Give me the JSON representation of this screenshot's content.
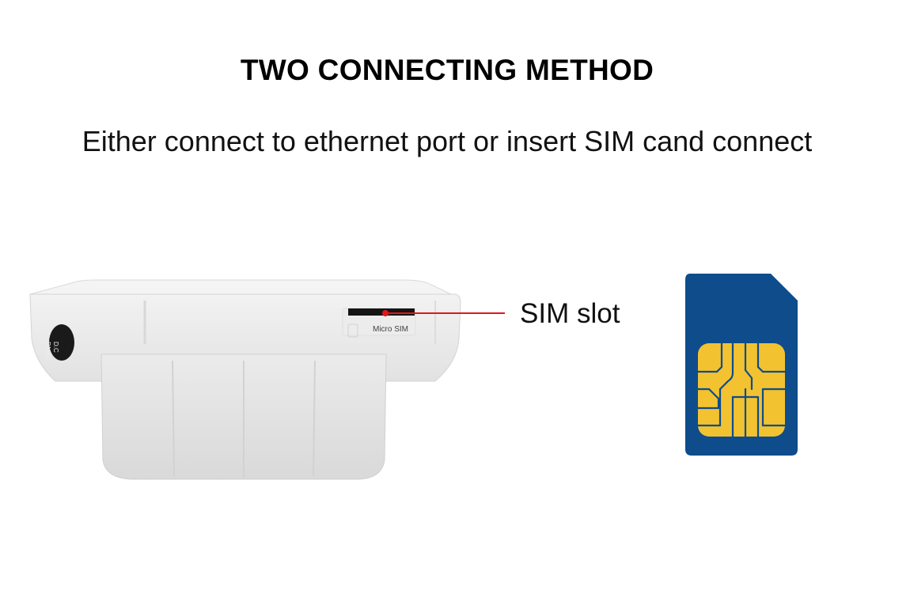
{
  "header": {
    "title": "TWO CONNECTING METHOD",
    "subtitle": "Either connect to ethernet port or insert SIM cand connect"
  },
  "device": {
    "slot_label": "Micro SIM",
    "side_label_line1": "D.C",
    "side_label_line2": "PASS"
  },
  "callout": {
    "label": "SIM slot",
    "color": "#e3161b"
  },
  "colors": {
    "background": "#ffffff",
    "device_body": "#eeeeee",
    "sim_card": "#0e4c8c",
    "sim_chip": "#f2c230"
  }
}
